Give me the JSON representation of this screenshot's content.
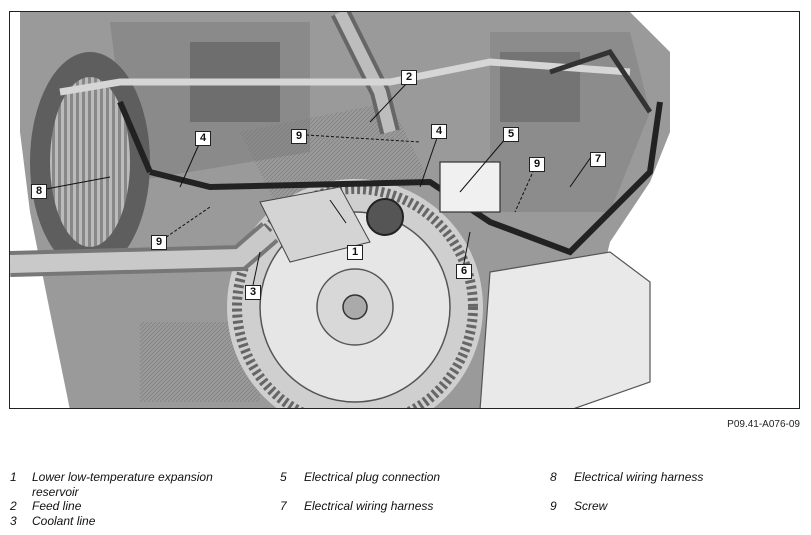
{
  "figure_id": "P09.41-A076-09",
  "callouts": [
    "1",
    "2",
    "3",
    "4",
    "4",
    "5",
    "6",
    "7",
    "8",
    "9",
    "9",
    "9"
  ],
  "legend": [
    {
      "num": "1",
      "text": "Lower low-temperature expansion",
      "text2": "reservoir"
    },
    {
      "num": "2",
      "text": "Feed line"
    },
    {
      "num": "3",
      "text": "Coolant line"
    },
    {
      "num": "5",
      "text": "Electrical plug connection"
    },
    {
      "num": "7",
      "text": "Electrical wiring harness"
    },
    {
      "num": "8",
      "text": "Electrical wiring harness"
    },
    {
      "num": "9",
      "text": "Screw"
    }
  ]
}
